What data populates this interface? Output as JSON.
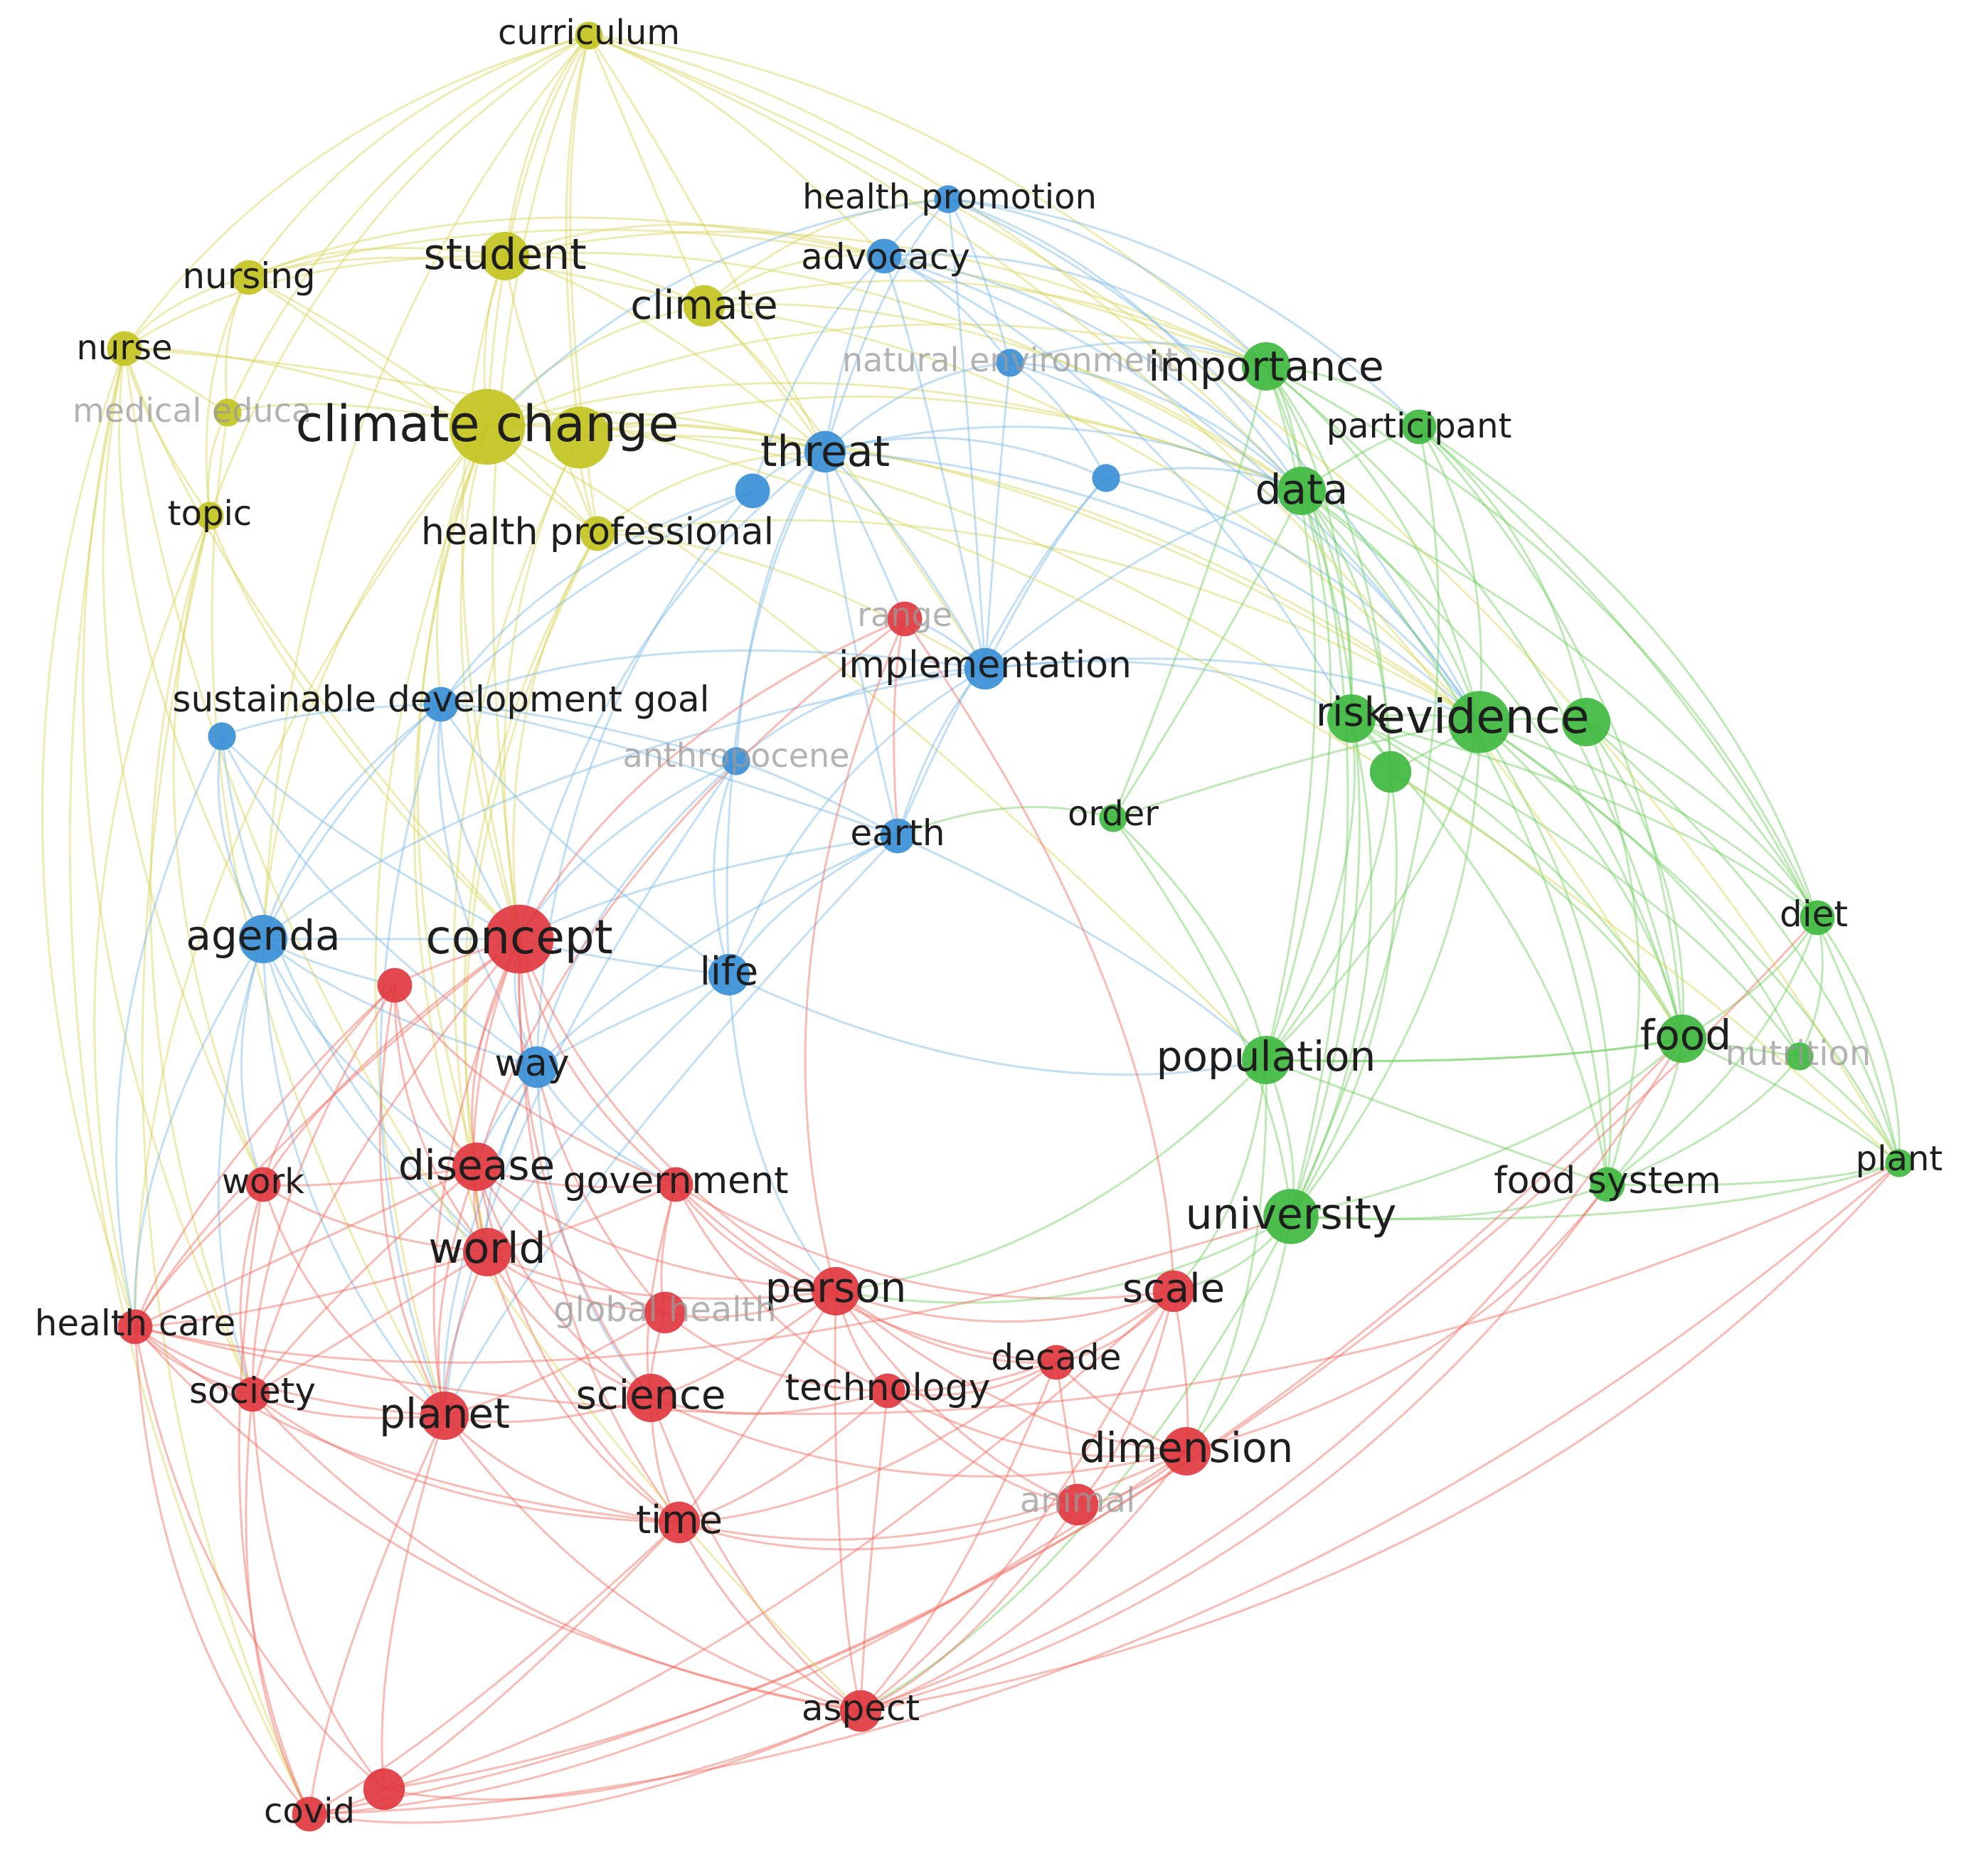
{
  "clusters": {
    "red": {
      "node": "#e0383f",
      "edge": "#ef6a5f"
    },
    "green": {
      "node": "#3fb93f",
      "edge": "#6fcf5f"
    },
    "blue": {
      "node": "#3a8fd6",
      "edge": "#7ab7e6"
    },
    "yellow": {
      "node": "#c3c421",
      "edge": "#d6d45a"
    }
  },
  "nodes": [
    {
      "id": "curriculum",
      "label": "curriculum",
      "cluster": "yellow",
      "weight": 2,
      "faded": false
    },
    {
      "id": "health-promotion",
      "label": "health promotion",
      "cluster": "blue",
      "weight": 2,
      "faded": false
    },
    {
      "id": "advocacy",
      "label": "advocacy",
      "cluster": "blue",
      "weight": 3,
      "faded": false
    },
    {
      "id": "nursing",
      "label": "nursing",
      "cluster": "yellow",
      "weight": 3,
      "faded": false
    },
    {
      "id": "student",
      "label": "student",
      "cluster": "yellow",
      "weight": 5,
      "faded": false
    },
    {
      "id": "climate",
      "label": "climate",
      "cluster": "yellow",
      "weight": 4,
      "faded": false
    },
    {
      "id": "nurse",
      "label": "nurse",
      "cluster": "yellow",
      "weight": 3,
      "faded": false
    },
    {
      "id": "natural-environment",
      "label": "natural environment",
      "cluster": "blue",
      "weight": 2,
      "faded": true
    },
    {
      "id": "importance",
      "label": "importance",
      "cluster": "green",
      "weight": 5,
      "faded": false
    },
    {
      "id": "participant",
      "label": "participant",
      "cluster": "green",
      "weight": 3,
      "faded": false
    },
    {
      "id": "medical-education",
      "label": "medical educa",
      "cluster": "yellow",
      "weight": 2,
      "faded": true
    },
    {
      "id": "climate-change",
      "label": "climate change",
      "cluster": "yellow",
      "weight": 9,
      "faded": false
    },
    {
      "id": "threat",
      "label": "threat",
      "cluster": "blue",
      "weight": 4,
      "faded": false
    },
    {
      "id": "blue-unlabeled-a",
      "label": "",
      "cluster": "blue",
      "weight": 3,
      "faded": false
    },
    {
      "id": "blue-unlabeled-b",
      "label": "",
      "cluster": "blue",
      "weight": 2,
      "faded": false
    },
    {
      "id": "yellow-unlabeled",
      "label": "",
      "cluster": "yellow",
      "weight": 7,
      "faded": false
    },
    {
      "id": "data",
      "label": "data",
      "cluster": "green",
      "weight": 5,
      "faded": false
    },
    {
      "id": "topic",
      "label": "topic",
      "cluster": "yellow",
      "weight": 2,
      "faded": false
    },
    {
      "id": "health-professional",
      "label": "health professional",
      "cluster": "yellow",
      "weight": 3,
      "faded": false
    },
    {
      "id": "range",
      "label": "range",
      "cluster": "red",
      "weight": 3,
      "faded": true
    },
    {
      "id": "implementation",
      "label": "implementation",
      "cluster": "blue",
      "weight": 4,
      "faded": false
    },
    {
      "id": "sustainable-development-goal",
      "label": "sustainable development goal",
      "cluster": "blue",
      "weight": 3,
      "faded": false
    },
    {
      "id": "blue-sdg",
      "label": "",
      "cluster": "blue",
      "weight": 2,
      "faded": false
    },
    {
      "id": "risk",
      "label": "risk",
      "cluster": "green",
      "weight": 5,
      "faded": false
    },
    {
      "id": "evidence",
      "label": "evidence",
      "cluster": "green",
      "weight": 7,
      "faded": false
    },
    {
      "id": "green-unlabeled-a",
      "label": "",
      "cluster": "green",
      "weight": 5,
      "faded": false
    },
    {
      "id": "green-unlabeled-b",
      "label": "",
      "cluster": "green",
      "weight": 4,
      "faded": false
    },
    {
      "id": "anthropocene",
      "label": "anthropocene",
      "cluster": "blue",
      "weight": 2,
      "faded": true
    },
    {
      "id": "order",
      "label": "order",
      "cluster": "green",
      "weight": 2,
      "faded": false
    },
    {
      "id": "earth",
      "label": "earth",
      "cluster": "blue",
      "weight": 3,
      "faded": false
    },
    {
      "id": "diet",
      "label": "diet",
      "cluster": "green",
      "weight": 3,
      "faded": false
    },
    {
      "id": "agenda",
      "label": "agenda",
      "cluster": "blue",
      "weight": 5,
      "faded": false
    },
    {
      "id": "concept",
      "label": "concept",
      "cluster": "red",
      "weight": 8,
      "faded": false
    },
    {
      "id": "red-unlabeled",
      "label": "",
      "cluster": "red",
      "weight": 3,
      "faded": false
    },
    {
      "id": "life",
      "label": "life",
      "cluster": "blue",
      "weight": 4,
      "faded": false
    },
    {
      "id": "food",
      "label": "food",
      "cluster": "green",
      "weight": 5,
      "faded": false
    },
    {
      "id": "nutrition",
      "label": "nutrition",
      "cluster": "green",
      "weight": 2,
      "faded": true
    },
    {
      "id": "population",
      "label": "population",
      "cluster": "green",
      "weight": 5,
      "faded": false
    },
    {
      "id": "way",
      "label": "way",
      "cluster": "blue",
      "weight": 4,
      "faded": false
    },
    {
      "id": "plant",
      "label": "plant",
      "cluster": "green",
      "weight": 2,
      "faded": false
    },
    {
      "id": "work",
      "label": "work",
      "cluster": "red",
      "weight": 3,
      "faded": false
    },
    {
      "id": "disease",
      "label": "disease",
      "cluster": "red",
      "weight": 5,
      "faded": false
    },
    {
      "id": "government",
      "label": "government",
      "cluster": "red",
      "weight": 3,
      "faded": false
    },
    {
      "id": "food-system",
      "label": "food system",
      "cluster": "green",
      "weight": 3,
      "faded": false
    },
    {
      "id": "university",
      "label": "university",
      "cluster": "green",
      "weight": 6,
      "faded": false
    },
    {
      "id": "world",
      "label": "world",
      "cluster": "red",
      "weight": 5,
      "faded": false
    },
    {
      "id": "person",
      "label": "person",
      "cluster": "red",
      "weight": 5,
      "faded": false
    },
    {
      "id": "scale",
      "label": "scale",
      "cluster": "red",
      "weight": 4,
      "faded": false
    },
    {
      "id": "health-care",
      "label": "health care",
      "cluster": "red",
      "weight": 3,
      "faded": false
    },
    {
      "id": "global-health",
      "label": "global health",
      "cluster": "red",
      "weight": 4,
      "faded": true
    },
    {
      "id": "decade",
      "label": "decade",
      "cluster": "red",
      "weight": 3,
      "faded": false
    },
    {
      "id": "society",
      "label": "society",
      "cluster": "red",
      "weight": 3,
      "faded": false
    },
    {
      "id": "science",
      "label": "science",
      "cluster": "red",
      "weight": 5,
      "faded": false
    },
    {
      "id": "technology",
      "label": "technology",
      "cluster": "red",
      "weight": 3,
      "faded": false
    },
    {
      "id": "planet",
      "label": "planet",
      "cluster": "red",
      "weight": 5,
      "faded": false
    },
    {
      "id": "dimension",
      "label": "dimension",
      "cluster": "red",
      "weight": 5,
      "faded": false
    },
    {
      "id": "animal",
      "label": "animal",
      "cluster": "red",
      "weight": 4,
      "faded": true
    },
    {
      "id": "time",
      "label": "time",
      "cluster": "red",
      "weight": 4,
      "faded": false
    },
    {
      "id": "aspect",
      "label": "aspect",
      "cluster": "red",
      "weight": 4,
      "faded": false
    },
    {
      "id": "covid",
      "label": "covid",
      "cluster": "red",
      "weight": 3,
      "faded": false
    },
    {
      "id": "red-covid-b",
      "label": "",
      "cluster": "red",
      "weight": 4,
      "faded": false
    }
  ]
}
